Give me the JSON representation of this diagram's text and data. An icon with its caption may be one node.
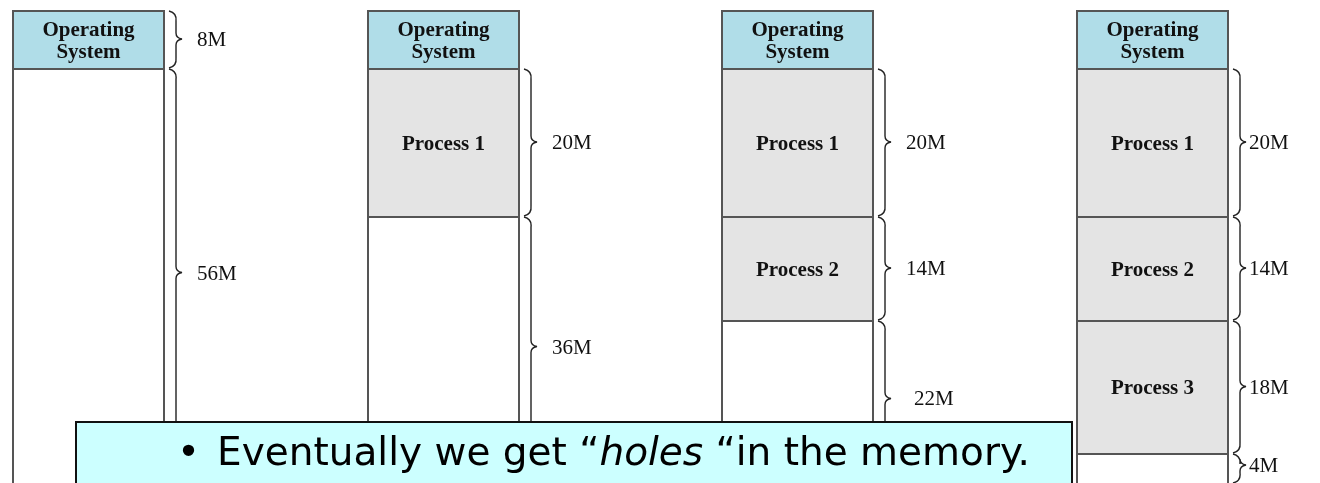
{
  "diagram": {
    "nodes": [
      {
        "text": [
          "Operating System"
        ],
        "beside": [
          "8M"
        ]
      },
      {
        "text": [],
        "shape": "box",
        "beside": [
          "56M"
        ]
      },
      {
        "text": [
          "Operating System"
        ]
      },
      {
        "text": [
          "Process 1"
        ],
        "beside": [
          "20M"
        ]
      },
      {
        "text": [],
        "shape": "box",
        "beside": [
          "36M"
        ]
      },
      {
        "text": [
          "Operating System"
        ]
      },
      {
        "text": [
          "Process 1"
        ],
        "beside": [
          "20M"
        ]
      },
      {
        "text": [
          "Process 2"
        ],
        "beside": [
          "14M"
        ]
      },
      {
        "text": [],
        "shape": "box"
      },
      {
        "text": [
          "Operating System"
        ]
      },
      {
        "text": [
          "Process 1"
        ],
        "beside": [
          "20M"
        ]
      },
      {
        "text": [
          "Process 2"
        ],
        "beside": [
          "14M"
        ]
      },
      {
        "text": [
          "Process 3"
        ],
        "beside": [
          "18M"
        ]
      },
      {
        "text": [],
        "shape": "box",
        "beside": [
          "4M"
        ]
      },
      {
        "text": [
          "•",
          "Eventually we get “*holes* “in the memory."
        ]
      }
    ],
    "labels": [
      "22M"
    ]
  }
}
